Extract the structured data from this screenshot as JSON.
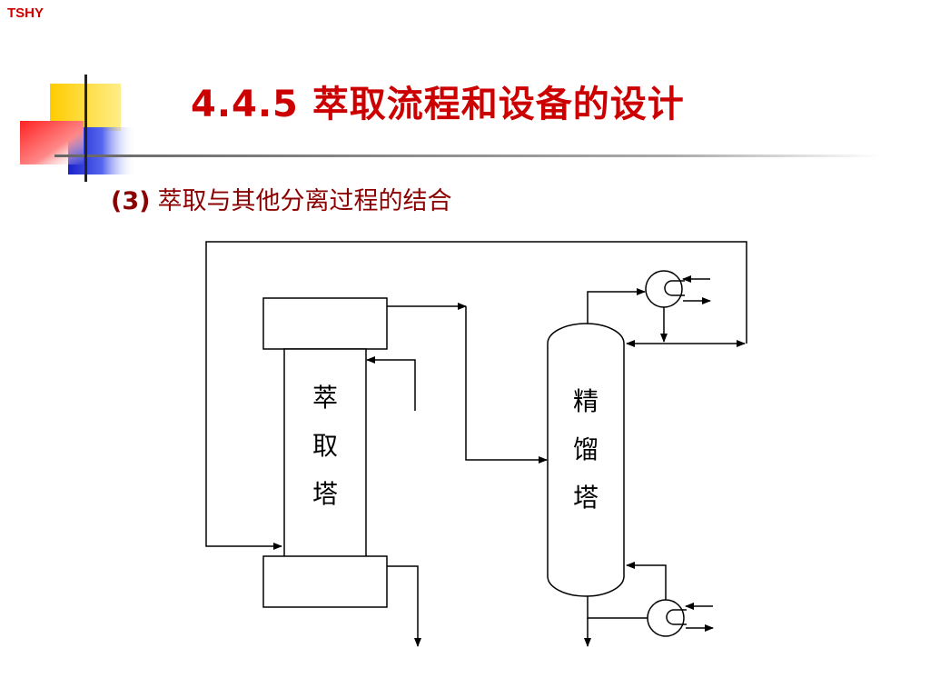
{
  "header": {
    "logo_text": "TSHY",
    "title": "4.4.5 萃取流程和设备的设计",
    "subtitle_number": "(3)",
    "subtitle_text": "萃取与其他分离过程的结合"
  },
  "diagram": {
    "extraction_tower": {
      "chars": [
        "萃",
        "取",
        "塔"
      ]
    },
    "distillation_tower": {
      "chars": [
        "精",
        "馏",
        "塔"
      ]
    }
  },
  "colors": {
    "title": "#cc0000",
    "subtitle": "#8b0000",
    "deco_yellow": "#ffcc00",
    "deco_blue": "#2233cc",
    "deco_red": "#ff3333",
    "line": "#000000"
  }
}
